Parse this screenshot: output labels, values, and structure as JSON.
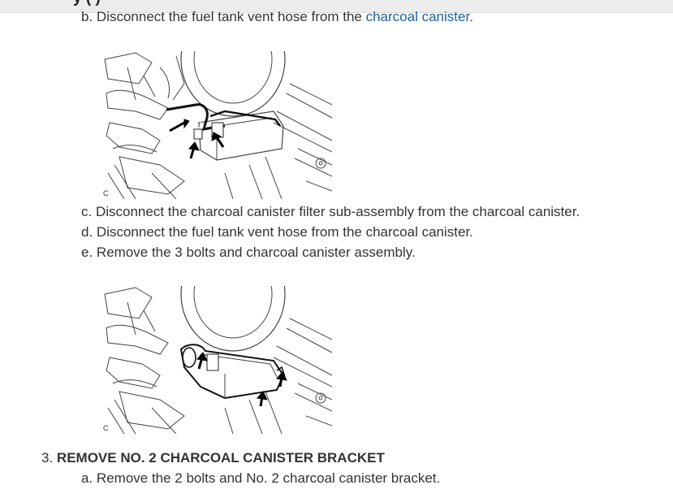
{
  "top_bar": {
    "partial_heading": "y                                    (         )"
  },
  "steps": {
    "b": {
      "marker": "b.",
      "text_before": "Disconnect the fuel tank vent hose from the ",
      "link": "charcoal canister",
      "text_after": "."
    },
    "figure1": {
      "corner_label": "C"
    },
    "c": {
      "marker": "c.",
      "text": "Disconnect the charcoal canister filter sub-assembly from the charcoal canister."
    },
    "d": {
      "marker": "d.",
      "text": "Disconnect the fuel tank vent hose from the charcoal canister."
    },
    "e": {
      "marker": "e.",
      "text": "Remove the 3 bolts and charcoal canister assembly."
    },
    "figure2": {
      "corner_label": "C"
    }
  },
  "section3": {
    "number": "3.",
    "title": "REMOVE NO. 2 CHARCOAL CANISTER BRACKET",
    "a": {
      "marker": "a.",
      "text": "Remove the 2 bolts and No. 2 charcoal canister bracket."
    }
  },
  "colors": {
    "link": "#1a5fa0",
    "text": "#333333",
    "top_bar": "#ececec"
  }
}
